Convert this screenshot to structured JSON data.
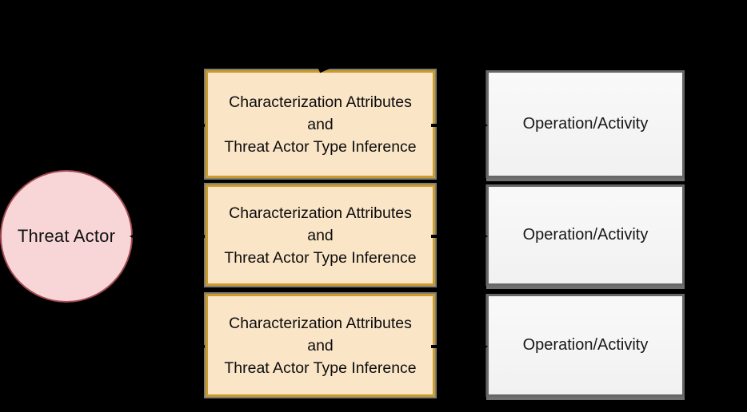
{
  "diagram": {
    "background_color": "#000000",
    "actor": {
      "label": "Threat Actor",
      "fill_color": "#f8d6d7",
      "border_color": "#a34a52"
    },
    "middle_boxes": [
      {
        "label": "Characterization Attributes\nand\nThreat Actor Type Inference"
      },
      {
        "label": "Characterization Attributes\nand\nThreat Actor Type Inference"
      },
      {
        "label": "Characterization Attributes\nand\nThreat Actor Type Inference"
      }
    ],
    "right_boxes": [
      {
        "label": "Operation/Activity"
      },
      {
        "label": "Operation/Activity"
      },
      {
        "label": "Operation/Activity"
      }
    ],
    "colors": {
      "middle_box_fill": "#fae5c7",
      "middle_box_border": "#cb9b2b",
      "right_box_fill": "#f5f5f5",
      "right_box_border": "#676767",
      "arrow_color": "#000000"
    }
  }
}
